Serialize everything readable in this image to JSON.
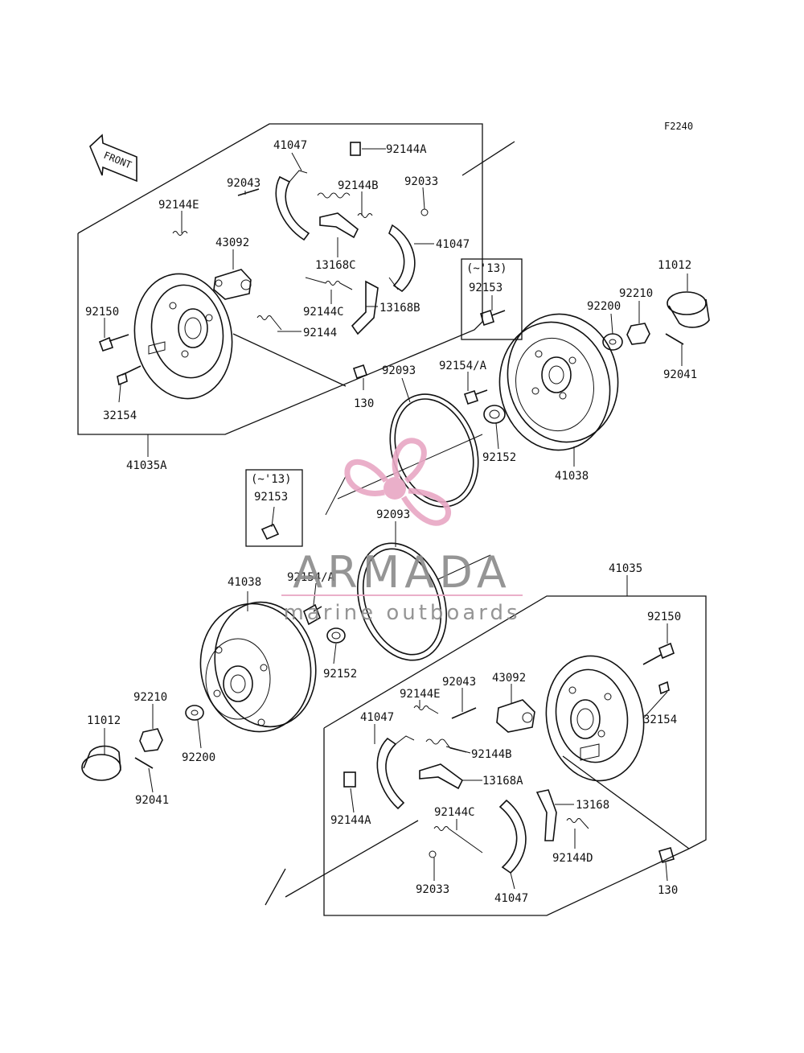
{
  "figure_code": "F2240",
  "front_label": "FRONT",
  "watermark": {
    "brand": "ARMADA",
    "tagline": "marine outboards",
    "color": "#e8a7c4",
    "text_color": "#8a8a8a"
  },
  "colors": {
    "line": "#111111",
    "background": "#ffffff"
  },
  "callouts": [
    {
      "id": "c01",
      "text": "41047"
    },
    {
      "id": "c02",
      "text": "92144A"
    },
    {
      "id": "c03",
      "text": "92043"
    },
    {
      "id": "c04",
      "text": "92144B"
    },
    {
      "id": "c05",
      "text": "92033"
    },
    {
      "id": "c06",
      "text": "92144E"
    },
    {
      "id": "c07",
      "text": "41047"
    },
    {
      "id": "c08",
      "text": "43092"
    },
    {
      "id": "c09",
      "text": "13168C"
    },
    {
      "id": "c10",
      "text": "(~'13)"
    },
    {
      "id": "c11",
      "text": "92153"
    },
    {
      "id": "c12",
      "text": "11012"
    },
    {
      "id": "c13",
      "text": "92210"
    },
    {
      "id": "c14",
      "text": "92200"
    },
    {
      "id": "c15",
      "text": "92144C"
    },
    {
      "id": "c16",
      "text": "13168B"
    },
    {
      "id": "c17",
      "text": "92150"
    },
    {
      "id": "c18",
      "text": "92144"
    },
    {
      "id": "c19",
      "text": "92093"
    },
    {
      "id": "c20",
      "text": "92154/A"
    },
    {
      "id": "c21",
      "text": "92041"
    },
    {
      "id": "c22",
      "text": "130"
    },
    {
      "id": "c23",
      "text": "32154"
    },
    {
      "id": "c24",
      "text": "92152"
    },
    {
      "id": "c25",
      "text": "41035A"
    },
    {
      "id": "c26",
      "text": "41038"
    },
    {
      "id": "c27",
      "text": "(~'13)"
    },
    {
      "id": "c28",
      "text": "92153"
    },
    {
      "id": "c29",
      "text": "92093"
    },
    {
      "id": "c30",
      "text": "41035"
    },
    {
      "id": "c31",
      "text": "41038"
    },
    {
      "id": "c32",
      "text": "92154/A"
    },
    {
      "id": "c33",
      "text": "92150"
    },
    {
      "id": "c34",
      "text": "92152"
    },
    {
      "id": "c35",
      "text": "92043"
    },
    {
      "id": "c36",
      "text": "43092"
    },
    {
      "id": "c37",
      "text": "92210"
    },
    {
      "id": "c38",
      "text": "92144E"
    },
    {
      "id": "c39",
      "text": "32154"
    },
    {
      "id": "c40",
      "text": "11012"
    },
    {
      "id": "c41",
      "text": "41047"
    },
    {
      "id": "c42",
      "text": "92200"
    },
    {
      "id": "c43",
      "text": "92144B"
    },
    {
      "id": "c44",
      "text": "13168A"
    },
    {
      "id": "c45",
      "text": "92041"
    },
    {
      "id": "c46",
      "text": "92144C"
    },
    {
      "id": "c47",
      "text": "13168"
    },
    {
      "id": "c48",
      "text": "92144A"
    },
    {
      "id": "c49",
      "text": "92144D"
    },
    {
      "id": "c50",
      "text": "92033"
    },
    {
      "id": "c51",
      "text": "130"
    },
    {
      "id": "c52",
      "text": "41047"
    }
  ]
}
